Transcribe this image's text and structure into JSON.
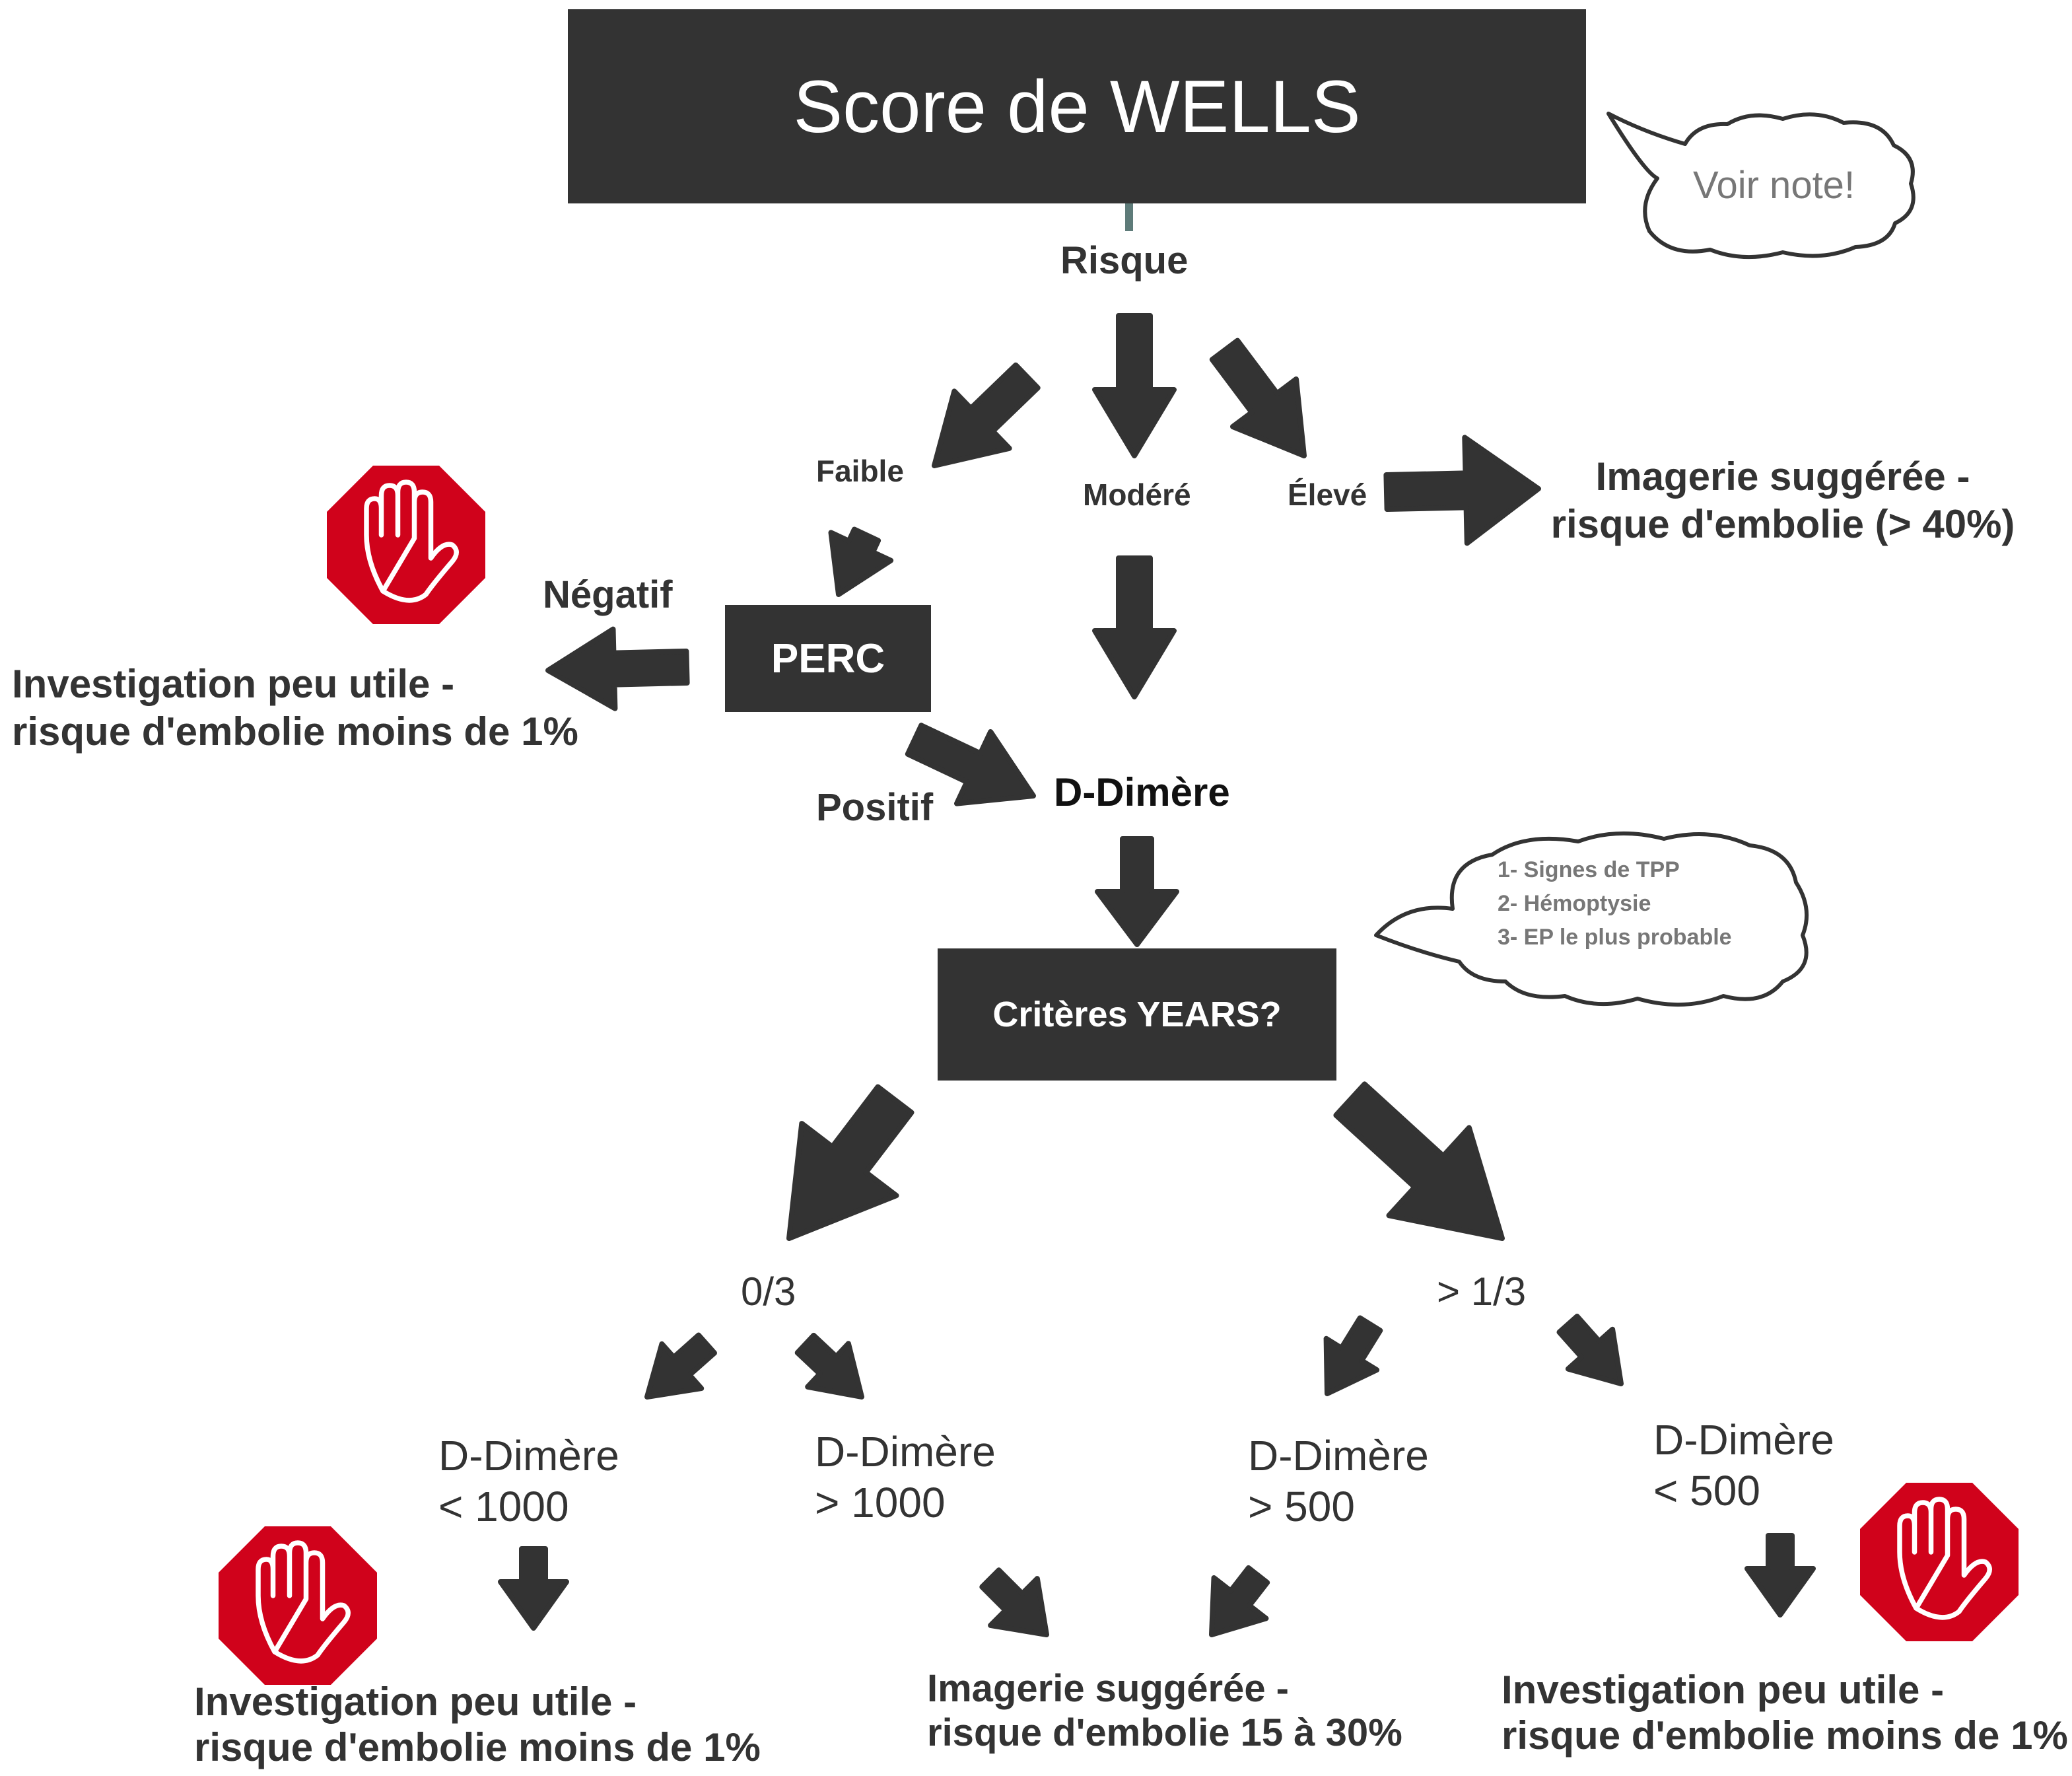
{
  "colors": {
    "box_fill": "#333333",
    "box_text": "#ffffff",
    "text": "#333333",
    "arrow": "#333333",
    "stop_sign": "#d0021b",
    "connector": "#5e7b79",
    "cloud_text": "#777777"
  },
  "icons": [
    "stop-hand-icon",
    "speech-cloud-icon",
    "arrow-icon"
  ],
  "header": {
    "title": "Score de WELLS",
    "callout": "Voir note!"
  },
  "risk": {
    "label": "Risque",
    "low": "Faible",
    "moderate": "Modéré",
    "high": "Élevé",
    "high_result": [
      "Imagerie suggérée -",
      "risque d'embolie (> 40%)"
    ]
  },
  "perc": {
    "label": "PERC",
    "negative": "Négatif",
    "positive": "Positif",
    "negative_result": [
      "Investigation peu utile -",
      "risque d'embolie moins de 1%"
    ]
  },
  "ddimer": {
    "label": "D-Dimère"
  },
  "years": {
    "label": "Critères YEARS?",
    "criteria": [
      "1- Signes de TPP",
      "2- Hémoptysie",
      "3- EP le plus probable"
    ],
    "zero": "0/3",
    "more": "> 1/3"
  },
  "branches": {
    "zero_low": [
      "D-Dimère",
      "< 1000"
    ],
    "zero_high": [
      "D-Dimère",
      "> 1000"
    ],
    "more_high": [
      "D-Dimère",
      "> 500"
    ],
    "more_low": [
      "D-Dimère",
      "< 500"
    ]
  },
  "outcomes": {
    "left": [
      "Investigation peu utile -",
      "risque d'embolie moins de 1%"
    ],
    "middle": [
      "Imagerie suggérée -",
      "risque d'embolie 15 à 30%"
    ],
    "right": [
      "Investigation peu utile -",
      "risque d'embolie moins de 1%"
    ]
  }
}
